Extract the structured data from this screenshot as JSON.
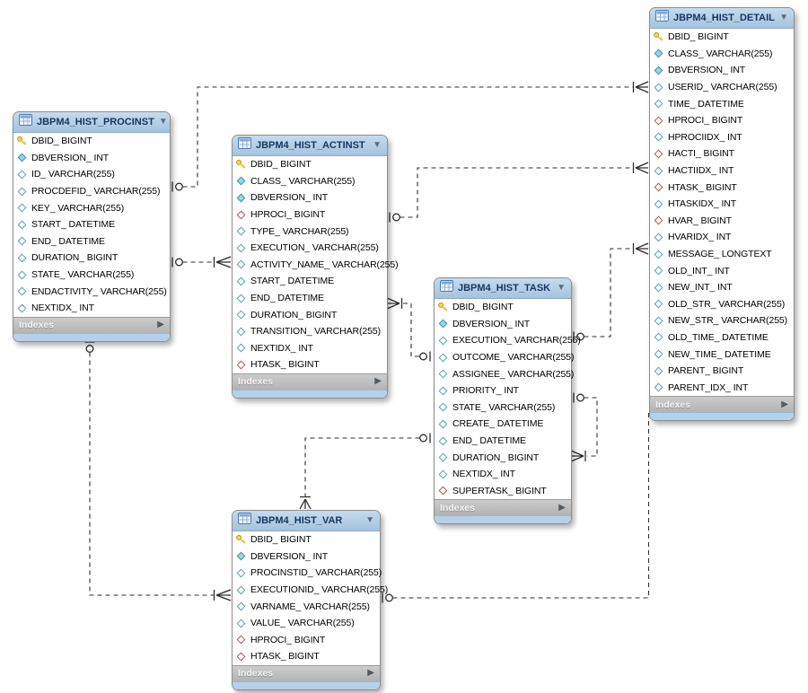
{
  "diagram": {
    "kind": "EER database diagram",
    "colors": {
      "table_header": "#a4c3dd",
      "table_header_text": "#15365f",
      "indexes_footer": "#bdbdbd",
      "footer_text": "#ffffff",
      "bottom_strip": "#b6d0e7",
      "relationship_line": "#2e2e2e",
      "pk_icon": "#ffd94f",
      "required_diamond_fill": "#8fd9e8",
      "diamond_teal_border": "#47939e",
      "fk_diamond_border": "#b65b50"
    },
    "tables": [
      {
        "id": "procinst",
        "title": "JBPM4_HIST_PROCINST",
        "footer": "Indexes",
        "columns": [
          {
            "label": "DBID_ BIGINT",
            "icon": "primary-key"
          },
          {
            "label": "DBVERSION_ INT",
            "icon": "attr-required"
          },
          {
            "label": "ID_ VARCHAR(255)",
            "icon": "attr"
          },
          {
            "label": "PROCDEFID_ VARCHAR(255)",
            "icon": "attr"
          },
          {
            "label": "KEY_ VARCHAR(255)",
            "icon": "attr"
          },
          {
            "label": "START_ DATETIME",
            "icon": "attr"
          },
          {
            "label": "END_ DATETIME",
            "icon": "attr"
          },
          {
            "label": "DURATION_ BIGINT",
            "icon": "attr"
          },
          {
            "label": "STATE_ VARCHAR(255)",
            "icon": "attr"
          },
          {
            "label": "ENDACTIVITY_ VARCHAR(255)",
            "icon": "attr"
          },
          {
            "label": "NEXTIDX_ INT",
            "icon": "attr"
          }
        ]
      },
      {
        "id": "actinst",
        "title": "JBPM4_HIST_ACTINST",
        "footer": "Indexes",
        "columns": [
          {
            "label": "DBID_ BIGINT",
            "icon": "primary-key"
          },
          {
            "label": "CLASS_ VARCHAR(255)",
            "icon": "attr-required"
          },
          {
            "label": "DBVERSION_ INT",
            "icon": "attr-required"
          },
          {
            "label": "HPROCI_ BIGINT",
            "icon": "foreign-key"
          },
          {
            "label": "TYPE_ VARCHAR(255)",
            "icon": "attr"
          },
          {
            "label": "EXECUTION_ VARCHAR(255)",
            "icon": "attr"
          },
          {
            "label": "ACTIVITY_NAME_ VARCHAR(255)",
            "icon": "attr"
          },
          {
            "label": "START_ DATETIME",
            "icon": "attr"
          },
          {
            "label": "END_ DATETIME",
            "icon": "attr"
          },
          {
            "label": "DURATION_ BIGINT",
            "icon": "attr"
          },
          {
            "label": "TRANSITION_ VARCHAR(255)",
            "icon": "attr"
          },
          {
            "label": "NEXTIDX_ INT",
            "icon": "attr"
          },
          {
            "label": "HTASK_ BIGINT",
            "icon": "foreign-key"
          }
        ]
      },
      {
        "id": "detail",
        "title": "JBPM4_HIST_DETAIL",
        "footer": "Indexes",
        "columns": [
          {
            "label": "DBID_ BIGINT",
            "icon": "primary-key"
          },
          {
            "label": "CLASS_ VARCHAR(255)",
            "icon": "attr-required"
          },
          {
            "label": "DBVERSION_ INT",
            "icon": "attr-required"
          },
          {
            "label": "USERID_ VARCHAR(255)",
            "icon": "attr"
          },
          {
            "label": "TIME_ DATETIME",
            "icon": "attr"
          },
          {
            "label": "HPROCI_ BIGINT",
            "icon": "foreign-key"
          },
          {
            "label": "HPROCIIDX_ INT",
            "icon": "attr"
          },
          {
            "label": "HACTI_ BIGINT",
            "icon": "foreign-key"
          },
          {
            "label": "HACTIIDX_ INT",
            "icon": "attr"
          },
          {
            "label": "HTASK_ BIGINT",
            "icon": "foreign-key"
          },
          {
            "label": "HTASKIDX_ INT",
            "icon": "attr"
          },
          {
            "label": "HVAR_ BIGINT",
            "icon": "foreign-key"
          },
          {
            "label": "HVARIDX_ INT",
            "icon": "attr"
          },
          {
            "label": "MESSAGE_ LONGTEXT",
            "icon": "attr"
          },
          {
            "label": "OLD_INT_ INT",
            "icon": "attr"
          },
          {
            "label": "NEW_INT_ INT",
            "icon": "attr"
          },
          {
            "label": "OLD_STR_ VARCHAR(255)",
            "icon": "attr"
          },
          {
            "label": "NEW_STR_ VARCHAR(255)",
            "icon": "attr"
          },
          {
            "label": "OLD_TIME_ DATETIME",
            "icon": "attr"
          },
          {
            "label": "NEW_TIME_ DATETIME",
            "icon": "attr"
          },
          {
            "label": "PARENT_ BIGINT",
            "icon": "attr"
          },
          {
            "label": "PARENT_IDX_ INT",
            "icon": "attr"
          }
        ]
      },
      {
        "id": "task",
        "title": "JBPM4_HIST_TASK",
        "footer": "Indexes",
        "columns": [
          {
            "label": "DBID_ BIGINT",
            "icon": "primary-key"
          },
          {
            "label": "DBVERSION_ INT",
            "icon": "attr-required"
          },
          {
            "label": "EXECUTION_ VARCHAR(255)",
            "icon": "attr"
          },
          {
            "label": "OUTCOME_ VARCHAR(255)",
            "icon": "attr"
          },
          {
            "label": "ASSIGNEE_ VARCHAR(255)",
            "icon": "attr"
          },
          {
            "label": "PRIORITY_ INT",
            "icon": "attr"
          },
          {
            "label": "STATE_ VARCHAR(255)",
            "icon": "attr"
          },
          {
            "label": "CREATE_ DATETIME",
            "icon": "attr"
          },
          {
            "label": "END_ DATETIME",
            "icon": "attr"
          },
          {
            "label": "DURATION_ BIGINT",
            "icon": "attr"
          },
          {
            "label": "NEXTIDX_ INT",
            "icon": "attr"
          },
          {
            "label": "SUPERTASK_ BIGINT",
            "icon": "foreign-key"
          }
        ]
      },
      {
        "id": "var",
        "title": "JBPM4_HIST_VAR",
        "footer": "Indexes",
        "columns": [
          {
            "label": "DBID_ BIGINT",
            "icon": "primary-key"
          },
          {
            "label": "DBVERSION_ INT",
            "icon": "attr-required"
          },
          {
            "label": "PROCINSTID_ VARCHAR(255)",
            "icon": "attr"
          },
          {
            "label": "EXECUTIONID_ VARCHAR(255)",
            "icon": "attr"
          },
          {
            "label": "VARNAME_ VARCHAR(255)",
            "icon": "attr"
          },
          {
            "label": "VALUE_ VARCHAR(255)",
            "icon": "attr"
          },
          {
            "label": "HPROCI_ BIGINT",
            "icon": "foreign-key"
          },
          {
            "label": "HTASK_ BIGINT",
            "icon": "foreign-key"
          }
        ]
      }
    ],
    "relationships": [
      {
        "name": "procinst-detail",
        "one_side": "JBPM4_HIST_PROCINST",
        "many_side": "JBPM4_HIST_DETAIL",
        "fk_column": "HPROCI_",
        "style": "dashed"
      },
      {
        "name": "procinst-actinst",
        "one_side": "JBPM4_HIST_PROCINST",
        "many_side": "JBPM4_HIST_ACTINST",
        "fk_column": "HPROCI_",
        "style": "dashed"
      },
      {
        "name": "actinst-detail",
        "one_side": "JBPM4_HIST_ACTINST",
        "many_side": "JBPM4_HIST_DETAIL",
        "fk_column": "HACTI_",
        "style": "dashed"
      },
      {
        "name": "task-detail",
        "one_side": "JBPM4_HIST_TASK",
        "many_side": "JBPM4_HIST_DETAIL",
        "fk_column": "HTASK_",
        "style": "dashed"
      },
      {
        "name": "task-actinst",
        "one_side": "JBPM4_HIST_TASK",
        "many_side": "JBPM4_HIST_ACTINST",
        "fk_column": "HTASK_",
        "style": "dashed"
      },
      {
        "name": "task-supertask-self",
        "one_side": "JBPM4_HIST_TASK",
        "many_side": "JBPM4_HIST_TASK",
        "fk_column": "SUPERTASK_",
        "style": "dashed"
      },
      {
        "name": "task-var",
        "one_side": "JBPM4_HIST_TASK",
        "many_side": "JBPM4_HIST_VAR",
        "fk_column": "HTASK_",
        "style": "dashed"
      },
      {
        "name": "procinst-var",
        "one_side": "JBPM4_HIST_PROCINST",
        "many_side": "JBPM4_HIST_VAR",
        "fk_column": "HPROCI_",
        "style": "dashed"
      },
      {
        "name": "var-detail",
        "one_side": "JBPM4_HIST_VAR",
        "many_side": "JBPM4_HIST_DETAIL",
        "fk_column": "HVAR_",
        "style": "dashed"
      }
    ]
  }
}
